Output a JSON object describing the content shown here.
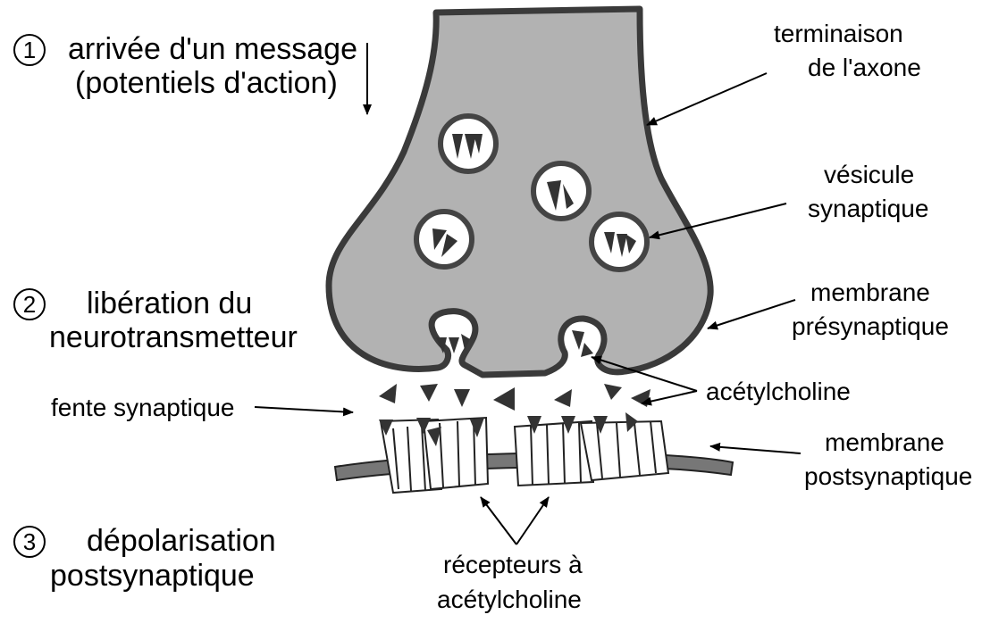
{
  "steps": [
    {
      "number": "1",
      "line1": "arrivée d'un message",
      "line2": "(potentiels d'action)"
    },
    {
      "number": "2",
      "line1": "libération du",
      "line2": "neurotransmetteur"
    },
    {
      "number": "3",
      "line1": "dépolarisation",
      "line2": "postsynaptique"
    }
  ],
  "labels": {
    "axon_terminal": [
      "terminaison",
      "de l'axone"
    ],
    "vesicle": [
      "vésicule",
      "synaptique"
    ],
    "presynaptic_membrane": [
      "membrane",
      "présynaptique"
    ],
    "acetylcholine": "acétylcholine",
    "synaptic_cleft": "fente synaptique",
    "postsynaptic_membrane": [
      "membrane",
      "postsynaptique"
    ],
    "receptors": [
      "récepteurs à",
      "acétylcholine"
    ]
  },
  "colors": {
    "cytoplasm": "#b2b2b2",
    "outline": "#3a3a3a",
    "neurotransmitter": "#333333",
    "receptor_fill": "#ffffff",
    "postsynaptic_band": "#777777"
  }
}
